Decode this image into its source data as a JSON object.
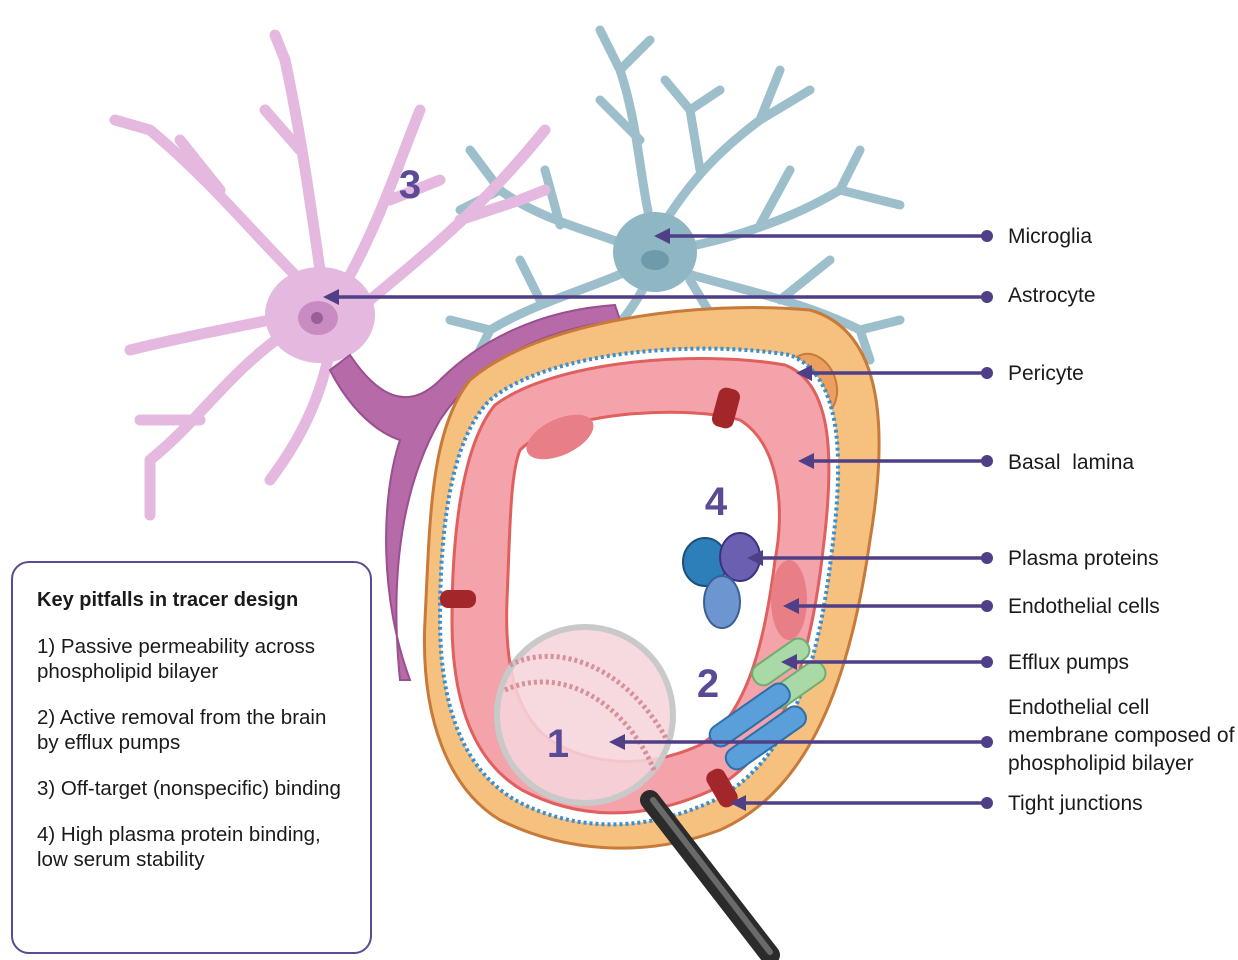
{
  "labels": {
    "microglia": "Microglia",
    "astrocyte": "Astrocyte",
    "pericyte": "Pericyte",
    "basal_lamina": "Basal  lamina",
    "plasma_proteins": "Plasma proteins",
    "endothelial_cells": "Endothelial cells",
    "efflux_pumps": "Efflux pumps",
    "membrane_line1": "Endothelial cell",
    "membrane_line2": "membrane composed of",
    "membrane_line3": "phospholipid bilayer",
    "tight_junctions": "Tight junctions"
  },
  "numbers": {
    "n1": "1",
    "n2": "2",
    "n3": "3",
    "n4": "4"
  },
  "pitfalls": {
    "title": "Key pitfalls in tracer design",
    "items": [
      "1) Passive permeability across phospholipid bilayer",
      "2) Active removal from the brain by efflux pumps",
      "3) Off-target (nonspecific) binding",
      "4) High plasma protein binding, low serum stability"
    ]
  },
  "colors": {
    "arrow": "#4f3f87",
    "astrocyte": "#e5b9df",
    "microglia": "#9dbfcc",
    "basal_lamina_outer": "#f6c07e",
    "endothelium": "#f4a3ab",
    "tight_junction": "#a3262b",
    "efflux_pump_green": "#a8d9a6",
    "efflux_pump_blue": "#5a9fd9",
    "plasma_protein": "#3f7cb8"
  }
}
